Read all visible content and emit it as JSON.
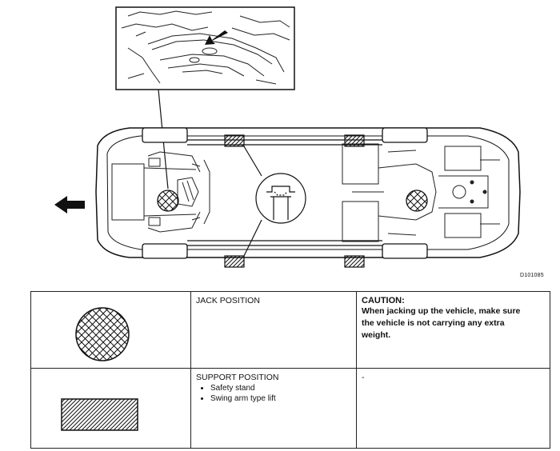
{
  "diagram_id": "D101085",
  "legend": {
    "rows": [
      {
        "symbol": "jack-position-circle",
        "label": "JACK POSITION",
        "note_title": "CAUTION:",
        "note_lines": [
          "When jacking up the vehicle, make sure",
          "the vehicle is not carrying any extra",
          "weight."
        ]
      },
      {
        "symbol": "support-position-rectangle",
        "label": "SUPPORT POSITION",
        "items": [
          "Safety stand",
          "Swing arm type lift"
        ],
        "note": "-"
      }
    ]
  }
}
